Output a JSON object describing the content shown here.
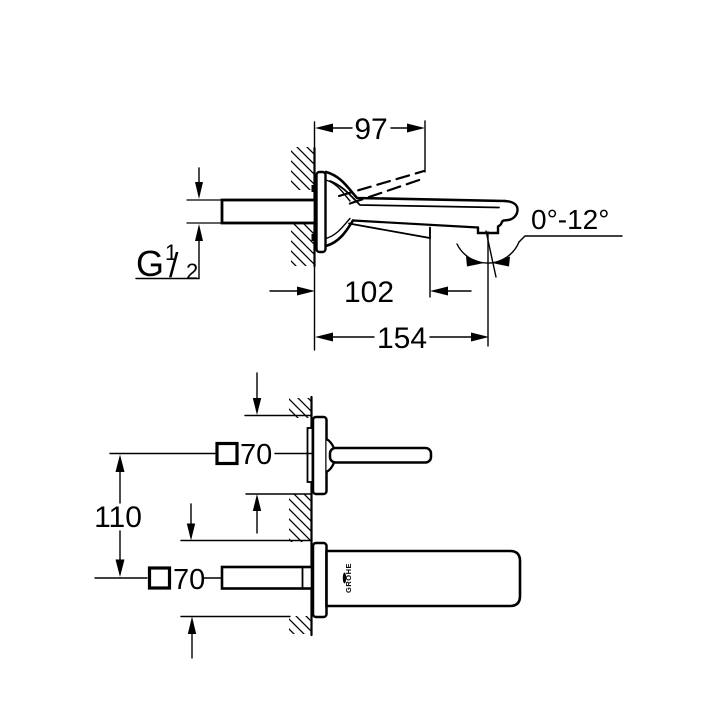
{
  "meta": {
    "description": "Technical installation drawing of a wall-mounted 2-hole basin mixer (side view and front view)",
    "background_color": "#ffffff",
    "line_color": "#000000"
  },
  "side_view": {
    "dim_lever_projection": "97",
    "dim_aerator_projection": "102",
    "dim_total_projection": "154",
    "swivel_angle_range": "0°-12°",
    "thread_label": {
      "letter": "G",
      "numerator": "1",
      "slash": "/",
      "denominator": "2"
    }
  },
  "front_view": {
    "dim_center_distance": "110",
    "upper_plate_size": "70",
    "lower_plate_size": "70",
    "square_symbol_meaning": "square-outline-icon",
    "brand_logo": "GROHE"
  }
}
